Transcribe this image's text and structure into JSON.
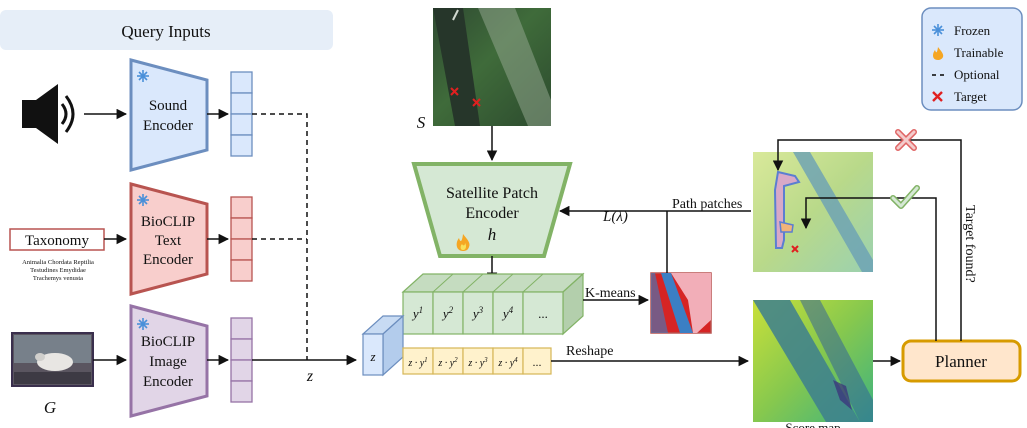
{
  "query_inputs": {
    "title": "Query Inputs",
    "sound_encoder": [
      "Sound",
      "Encoder"
    ],
    "text_encoder": [
      "BioCLIP",
      "Text",
      "Encoder"
    ],
    "image_encoder": [
      "BioCLIP",
      "Image",
      "Encoder"
    ],
    "taxonomy_label": "Taxonomy",
    "taxonomy_lines": [
      "Animalia Chordata Reptilia",
      "Testudines Emydidae",
      "Trachemys venusta"
    ],
    "image_label": "G",
    "z_label": "z"
  },
  "satellite": {
    "image_label": "S",
    "encoder_lines": [
      "Satellite Patch",
      "Encoder"
    ],
    "encoder_symbol": "h",
    "loss_label": "L(λ)",
    "path_patches_label": "Path patches"
  },
  "embeddings": {
    "y_cells": [
      "y",
      "y",
      "y",
      "y",
      "..."
    ],
    "y_sups": [
      "1",
      "2",
      "3",
      "4",
      ""
    ],
    "zy_cells": [
      "z · y",
      "z · y",
      "z · y",
      "z · y",
      "..."
    ],
    "zy_sups": [
      "1",
      "2",
      "3",
      "4",
      ""
    ],
    "z_cell": "z",
    "kmeans_label": "K-means",
    "reshape_label": "Reshape"
  },
  "right": {
    "score_map_label": "Score map",
    "planner_label": "Planner",
    "target_found_label": "Target found?"
  },
  "legend": {
    "items": [
      {
        "icon": "snowflake-icon",
        "label": "Frozen"
      },
      {
        "icon": "flame-icon",
        "label": "Trainable"
      },
      {
        "icon": "dash-icon",
        "label": "Optional"
      },
      {
        "icon": "cross-icon",
        "label": "Target"
      }
    ]
  },
  "colors": {
    "sound": "#4f81bd",
    "text": "#c0504d",
    "image": "#8064a2",
    "satellite": "#82b366",
    "planner": "#d79b00"
  }
}
